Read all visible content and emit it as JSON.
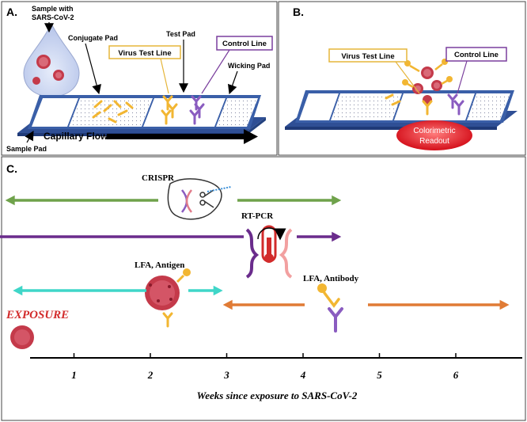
{
  "panelA": {
    "letter": "A.",
    "sample_label_line1": "Sample with",
    "sample_label_line2": "SARS-CoV-2",
    "conjugate_pad": "Conjugate Pad",
    "test_pad": "Test Pad",
    "virus_test_line": "Virus Test Line",
    "control_line": "Control Line",
    "wicking_pad": "Wicking Pad",
    "capillary_flow": "Capillary Flow",
    "sample_pad": "Sample Pad"
  },
  "panelB": {
    "letter": "B.",
    "virus_test_line": "Virus Test Line",
    "control_line": "Control Line",
    "readout_line1": "Colorimetric",
    "readout_line2": "Readout"
  },
  "panelC": {
    "letter": "C.",
    "exposure": "EXPOSURE",
    "methods": [
      {
        "label": "CRISPR",
        "start_week": 0.1,
        "end_week": 4.5,
        "color": "#6fa24b"
      },
      {
        "label": "RT-PCR",
        "start_week": -0.1,
        "end_week": 4.5,
        "color": "#6a2c8c"
      },
      {
        "label": "LFA, Antigen",
        "start_week": 0.2,
        "end_week": 2.95,
        "color": "#3fd6c8"
      },
      {
        "label": "LFA, Antibody",
        "start_week": 2.95,
        "end_week": 6.7,
        "color": "#e07b35"
      }
    ],
    "axis": {
      "ticks": [
        "1",
        "2",
        "3",
        "4",
        "5",
        "6"
      ],
      "label": "Weeks since exposure to SARS-CoV-2"
    }
  },
  "colors": {
    "strip_blue": "#3a5fa8",
    "test_line_box": "#e5b53a",
    "control_line_box": "#7a3f9d",
    "virus_red": "#c43a4a",
    "antibody_yellow": "#f2b632",
    "antibody_purple": "#8a5cc0",
    "exposure_red": "#d22b2b"
  }
}
